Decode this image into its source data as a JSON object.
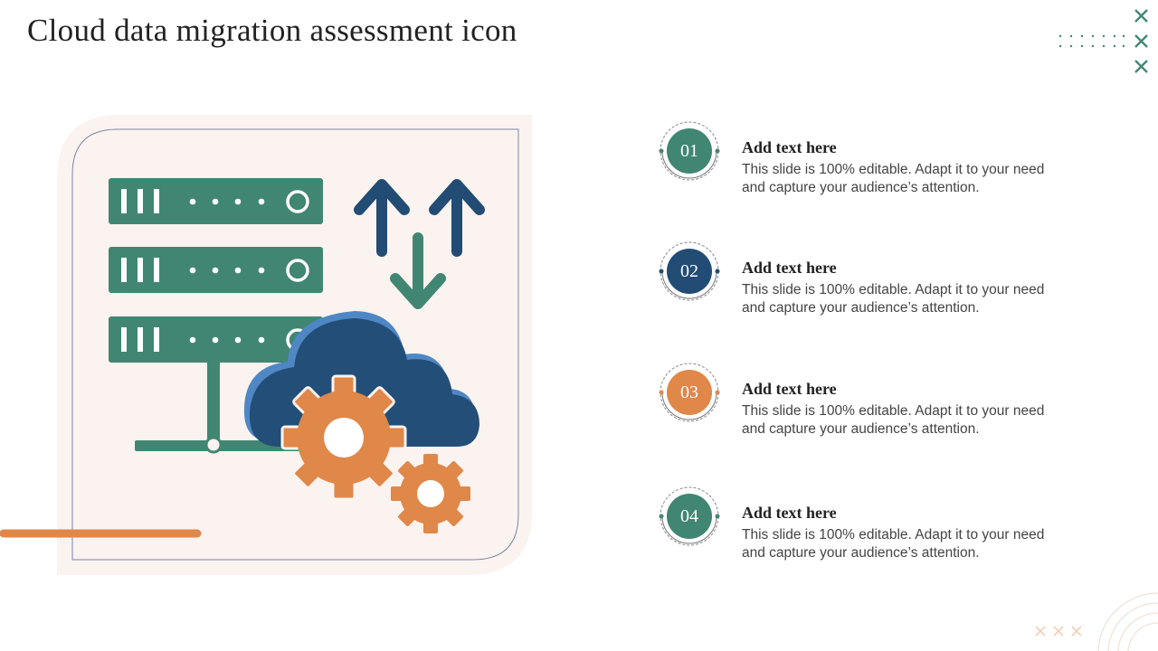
{
  "title": "Cloud data migration assessment icon",
  "colors": {
    "green": "#418673",
    "blue": "#224c74",
    "orange": "#e0874a",
    "lightblue": "#4f87c5",
    "panel": "#fbf3ef"
  },
  "items": [
    {
      "number": "01",
      "heading": "Add text here",
      "text": "This slide is 100% editable. Adapt it to your need and capture your audience’s attention.",
      "color": "#418673"
    },
    {
      "number": "02",
      "heading": "Add text here",
      "text": "This slide is 100% editable. Adapt it to your need and capture your audience’s attention.",
      "color": "#224c74"
    },
    {
      "number": "03",
      "heading": "Add text here",
      "text": "This slide is 100% editable. Adapt it to your need and capture your audience’s attention.",
      "color": "#e0874a"
    },
    {
      "number": "04",
      "heading": "Add text here",
      "text": "This slide is 100% editable. Adapt it to your need and capture your audience’s attention.",
      "color": "#418673"
    }
  ]
}
